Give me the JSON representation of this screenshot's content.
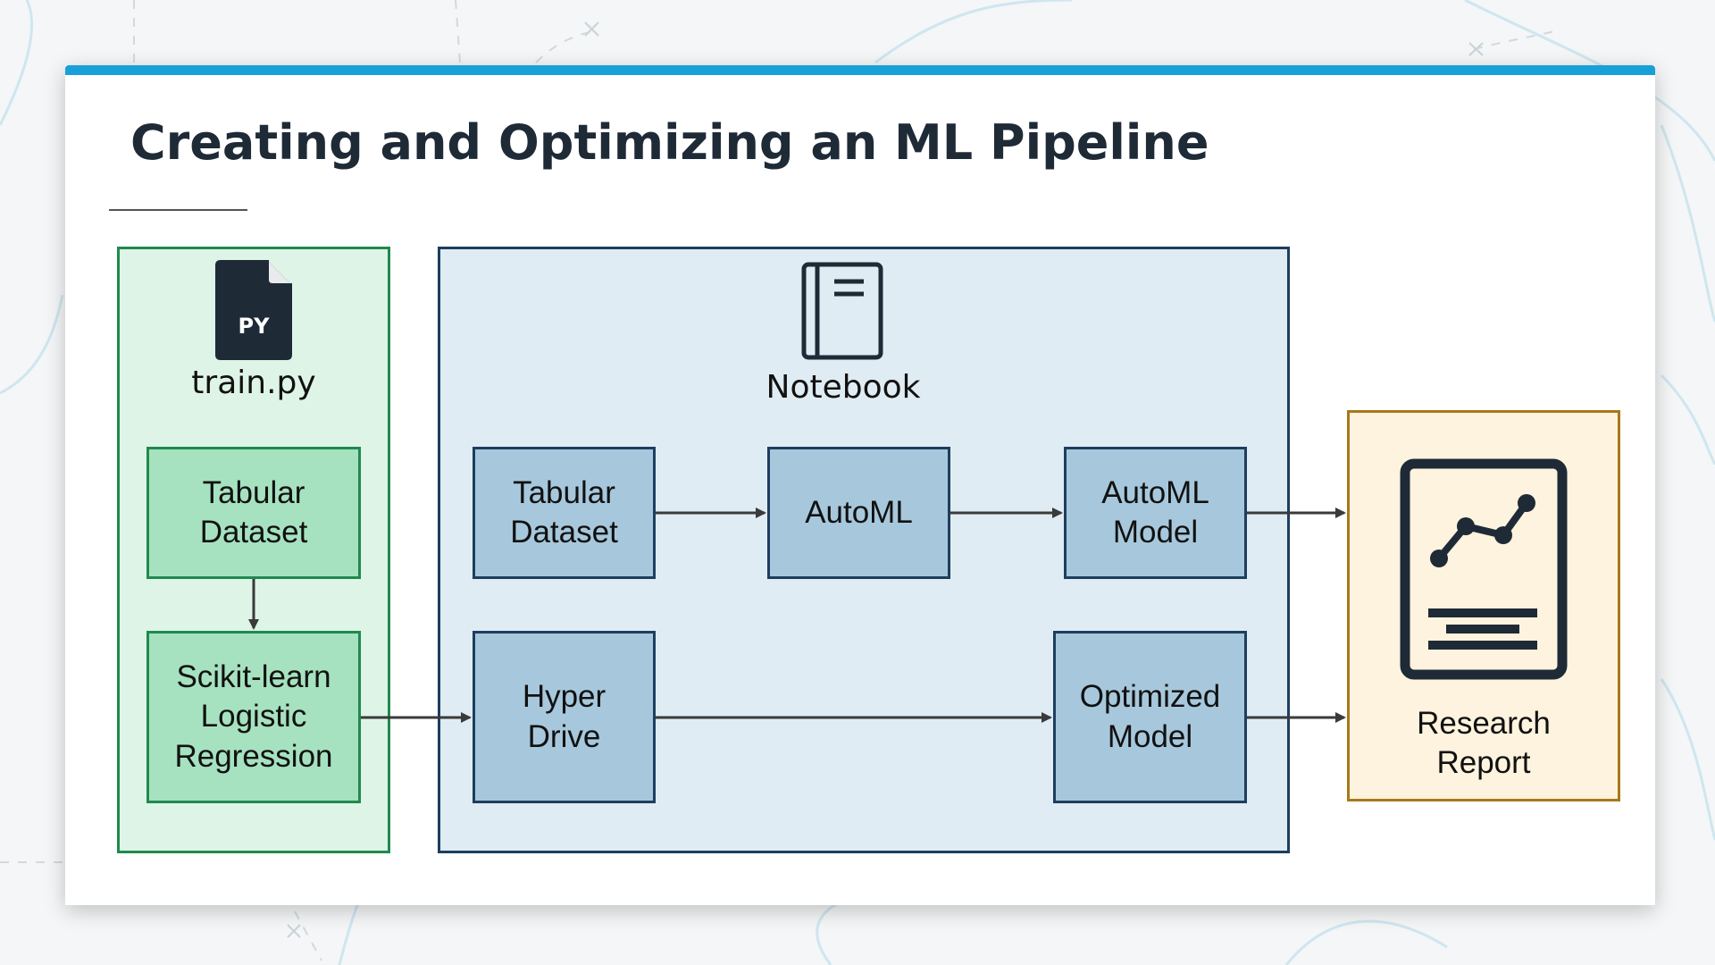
{
  "title": "Creating and Optimizing an ML Pipeline",
  "train": {
    "file_icon_text": "PY",
    "label": "train.py",
    "nodes": {
      "tabular_dataset": "Tabular\nDataset",
      "sklearn": "Scikit-learn\nLogistic\nRegression"
    }
  },
  "notebook": {
    "label": "Notebook",
    "nodes": {
      "tabular_dataset": "Tabular\nDataset",
      "automl": "AutoML",
      "automl_model": "AutoML\nModel",
      "hyperdrive": "Hyper\nDrive",
      "optimized_model": "Optimized\nModel"
    }
  },
  "report": {
    "label": "Research\nReport"
  },
  "colors": {
    "accent": "#1aa0d8",
    "green_fill": "#a6e2c0",
    "green_border": "#1f8a4d",
    "blue_fill": "#a7c8dc",
    "blue_border": "#1d3e5e",
    "report_fill": "#fef3de",
    "report_border": "#a8781a"
  }
}
